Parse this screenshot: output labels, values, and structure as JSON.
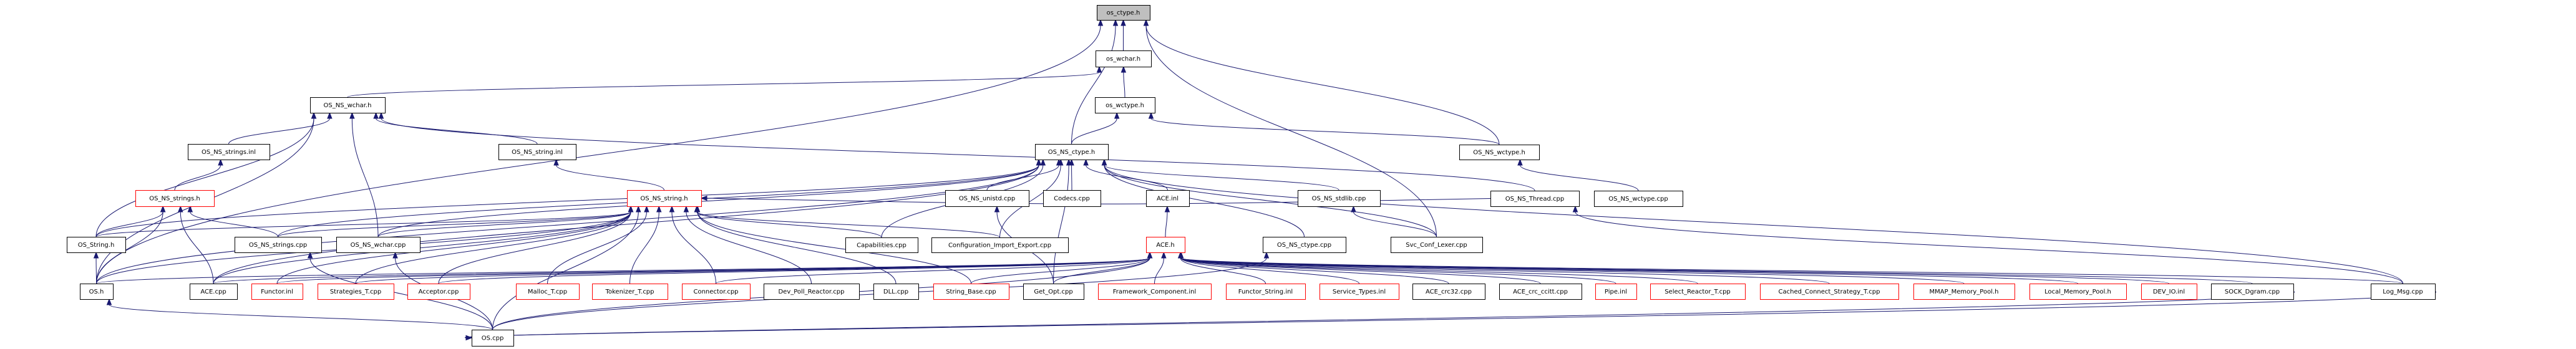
{
  "diagram": {
    "title": "os_ctype.h include dependency graph",
    "colors": {
      "edge": "#191970",
      "documented_border": "#000000",
      "undocumented_border": "#ff0000",
      "root_fill": "#bfbfbf"
    },
    "nodes": [
      {
        "id": "os_ctype_h",
        "label": "os_ctype.h",
        "style": "root"
      },
      {
        "id": "os_wchar_h",
        "label": "os_wchar.h",
        "style": "normal"
      },
      {
        "id": "os_wctype_h",
        "label": "os_wctype.h",
        "style": "normal"
      },
      {
        "id": "OS_NS_wchar_h",
        "label": "OS_NS_wchar.h",
        "style": "normal"
      },
      {
        "id": "OS_NS_strings_inl",
        "label": "OS_NS_strings.inl",
        "style": "normal"
      },
      {
        "id": "OS_NS_string_inl",
        "label": "OS_NS_string.inl",
        "style": "normal"
      },
      {
        "id": "OS_NS_ctype_h",
        "label": "OS_NS_ctype.h",
        "style": "normal"
      },
      {
        "id": "OS_NS_wctype_h",
        "label": "OS_NS_wctype.h",
        "style": "normal"
      },
      {
        "id": "OS_NS_strings_h",
        "label": "OS_NS_strings.h",
        "style": "red"
      },
      {
        "id": "OS_NS_string_h",
        "label": "OS_NS_string.h",
        "style": "red"
      },
      {
        "id": "OS_NS_unistd_cpp",
        "label": "OS_NS_unistd.cpp",
        "style": "normal"
      },
      {
        "id": "Codecs_cpp",
        "label": "Codecs.cpp",
        "style": "normal"
      },
      {
        "id": "ACE_inl",
        "label": "ACE.inl",
        "style": "normal"
      },
      {
        "id": "OS_NS_stdlib_cpp",
        "label": "OS_NS_stdlib.cpp",
        "style": "normal"
      },
      {
        "id": "OS_NS_Thread_cpp",
        "label": "OS_NS_Thread.cpp",
        "style": "normal"
      },
      {
        "id": "OS_NS_wctype_cpp",
        "label": "OS_NS_wctype.cpp",
        "style": "normal"
      },
      {
        "id": "OS_String_h",
        "label": "OS_String.h",
        "style": "normal"
      },
      {
        "id": "OS_NS_strings_cpp",
        "label": "OS_NS_strings.cpp",
        "style": "normal"
      },
      {
        "id": "OS_NS_wchar_cpp",
        "label": "OS_NS_wchar.cpp",
        "style": "normal"
      },
      {
        "id": "Capabilities_cpp",
        "label": "Capabilities.cpp",
        "style": "normal"
      },
      {
        "id": "Configuration_Import_Export_cpp",
        "label": "Configuration_Import_Export.cpp",
        "style": "normal"
      },
      {
        "id": "ACE_h",
        "label": "ACE.h",
        "style": "red"
      },
      {
        "id": "OS_NS_ctype_cpp",
        "label": "OS_NS_ctype.cpp",
        "style": "normal"
      },
      {
        "id": "Svc_Conf_Lexer_cpp",
        "label": "Svc_Conf_Lexer.cpp",
        "style": "normal"
      },
      {
        "id": "OS_h",
        "label": "OS.h",
        "style": "normal"
      },
      {
        "id": "ACE_cpp",
        "label": "ACE.cpp",
        "style": "normal"
      },
      {
        "id": "Functor_inl",
        "label": "Functor.inl",
        "style": "red"
      },
      {
        "id": "Strategies_T_cpp",
        "label": "Strategies_T.cpp",
        "style": "red"
      },
      {
        "id": "Acceptor_cpp",
        "label": "Acceptor.cpp",
        "style": "red"
      },
      {
        "id": "Malloc_T_cpp",
        "label": "Malloc_T.cpp",
        "style": "red"
      },
      {
        "id": "Tokenizer_T_cpp",
        "label": "Tokenizer_T.cpp",
        "style": "red"
      },
      {
        "id": "Connector_cpp",
        "label": "Connector.cpp",
        "style": "red"
      },
      {
        "id": "Dev_Poll_Reactor_cpp",
        "label": "Dev_Poll_Reactor.cpp",
        "style": "normal"
      },
      {
        "id": "DLL_cpp",
        "label": "DLL.cpp",
        "style": "normal"
      },
      {
        "id": "String_Base_cpp",
        "label": "String_Base.cpp",
        "style": "red"
      },
      {
        "id": "Get_Opt_cpp",
        "label": "Get_Opt.cpp",
        "style": "normal"
      },
      {
        "id": "Framework_Component_inl",
        "label": "Framework_Component.inl",
        "style": "red"
      },
      {
        "id": "Functor_String_inl",
        "label": "Functor_String.inl",
        "style": "red"
      },
      {
        "id": "Service_Types_inl",
        "label": "Service_Types.inl",
        "style": "red"
      },
      {
        "id": "ACE_crc32_cpp",
        "label": "ACE_crc32.cpp",
        "style": "normal"
      },
      {
        "id": "ACE_crc_ccitt_cpp",
        "label": "ACE_crc_ccitt.cpp",
        "style": "normal"
      },
      {
        "id": "Pipe_inl",
        "label": "Pipe.inl",
        "style": "red"
      },
      {
        "id": "Select_Reactor_T_cpp",
        "label": "Select_Reactor_T.cpp",
        "style": "red"
      },
      {
        "id": "Cached_Connect_Strategy_T_cpp",
        "label": "Cached_Connect_Strategy_T.cpp",
        "style": "red"
      },
      {
        "id": "MMAP_Memory_Pool_h",
        "label": "MMAP_Memory_Pool.h",
        "style": "red"
      },
      {
        "id": "Local_Memory_Pool_h",
        "label": "Local_Memory_Pool.h",
        "style": "red"
      },
      {
        "id": "DEV_IO_inl",
        "label": "DEV_IO.inl",
        "style": "red"
      },
      {
        "id": "SOCK_Dgram_cpp",
        "label": "SOCK_Dgram.cpp",
        "style": "normal"
      },
      {
        "id": "Log_Msg_cpp",
        "label": "Log_Msg.cpp",
        "style": "normal"
      },
      {
        "id": "OS_cpp",
        "label": "OS.cpp",
        "style": "normal"
      }
    ],
    "edges": [
      [
        "os_wchar_h",
        "os_ctype_h"
      ],
      [
        "OS_NS_ctype_h",
        "os_ctype_h"
      ],
      [
        "OS_h",
        "os_ctype_h"
      ],
      [
        "OS_NS_wctype_h",
        "os_ctype_h"
      ],
      [
        "Svc_Conf_Lexer_cpp",
        "os_ctype_h"
      ],
      [
        "os_wctype_h",
        "os_wchar_h"
      ],
      [
        "OS_NS_wchar_h",
        "os_wchar_h"
      ],
      [
        "OS_NS_ctype_h",
        "os_wctype_h"
      ],
      [
        "OS_NS_wctype_h",
        "os_wctype_h"
      ],
      [
        "OS_NS_strings_inl",
        "OS_NS_wchar_h"
      ],
      [
        "OS_String_h",
        "OS_NS_wchar_h"
      ],
      [
        "OS_h",
        "OS_NS_wchar_h"
      ],
      [
        "OS_NS_wchar_cpp",
        "OS_NS_wchar_h"
      ],
      [
        "OS_NS_string_inl",
        "OS_NS_wchar_h"
      ],
      [
        "OS_NS_Thread_cpp",
        "OS_NS_wchar_h"
      ],
      [
        "OS_NS_strings_h",
        "OS_NS_strings_inl"
      ],
      [
        "OS_NS_string_h",
        "OS_NS_string_inl"
      ],
      [
        "OS_NS_unistd_cpp",
        "OS_NS_ctype_h"
      ],
      [
        "Codecs_cpp",
        "OS_NS_ctype_h"
      ],
      [
        "ACE_inl",
        "OS_NS_ctype_h"
      ],
      [
        "OS_NS_stdlib_cpp",
        "OS_NS_ctype_h"
      ],
      [
        "OS_NS_ctype_cpp",
        "OS_NS_ctype_h"
      ],
      [
        "Capabilities_cpp",
        "OS_NS_ctype_h"
      ],
      [
        "Configuration_Import_Export_cpp",
        "OS_NS_ctype_h"
      ],
      [
        "Get_Opt_cpp",
        "OS_NS_ctype_h"
      ],
      [
        "OS_String_h",
        "OS_NS_ctype_h"
      ],
      [
        "OS_NS_wchar_cpp",
        "OS_NS_ctype_h"
      ],
      [
        "OS_NS_strings_cpp",
        "OS_NS_ctype_h"
      ],
      [
        "ACE_cpp",
        "OS_NS_ctype_h"
      ],
      [
        "OS_h",
        "OS_NS_ctype_h"
      ],
      [
        "Svc_Conf_Lexer_cpp",
        "OS_NS_ctype_h"
      ],
      [
        "Log_Msg_cpp",
        "OS_NS_ctype_h"
      ],
      [
        "OS_NS_wctype_cpp",
        "OS_NS_wctype_h"
      ],
      [
        "OS_String_h",
        "OS_NS_strings_h"
      ],
      [
        "OS_h",
        "OS_NS_strings_h"
      ],
      [
        "ACE_cpp",
        "OS_NS_strings_h"
      ],
      [
        "OS_NS_strings_cpp",
        "OS_NS_strings_h"
      ],
      [
        "OS_String_h",
        "OS_NS_string_h"
      ],
      [
        "OS_h",
        "OS_NS_string_h"
      ],
      [
        "ACE_cpp",
        "OS_NS_string_h"
      ],
      [
        "Functor_inl",
        "OS_NS_string_h"
      ],
      [
        "Strategies_T_cpp",
        "OS_NS_string_h"
      ],
      [
        "Acceptor_cpp",
        "OS_NS_string_h"
      ],
      [
        "Malloc_T_cpp",
        "OS_NS_string_h"
      ],
      [
        "Tokenizer_T_cpp",
        "OS_NS_string_h"
      ],
      [
        "Connector_cpp",
        "OS_NS_string_h"
      ],
      [
        "Dev_Poll_Reactor_cpp",
        "OS_NS_string_h"
      ],
      [
        "DLL_cpp",
        "OS_NS_string_h"
      ],
      [
        "String_Base_cpp",
        "OS_NS_string_h"
      ],
      [
        "Capabilities_cpp",
        "OS_NS_string_h"
      ],
      [
        "Configuration_Import_Export_cpp",
        "OS_NS_string_h"
      ],
      [
        "OS_NS_wchar_cpp",
        "OS_NS_string_h"
      ],
      [
        "OS_NS_strings_cpp",
        "OS_NS_string_h"
      ],
      [
        "OS_NS_Thread_cpp",
        "OS_NS_string_h"
      ],
      [
        "OS_cpp",
        "OS_NS_string_h"
      ],
      [
        "ACE_h",
        "ACE_inl"
      ],
      [
        "ACE_cpp",
        "ACE_h"
      ],
      [
        "Functor_inl",
        "ACE_h"
      ],
      [
        "Strategies_T_cpp",
        "ACE_h"
      ],
      [
        "Acceptor_cpp",
        "ACE_h"
      ],
      [
        "Connector_cpp",
        "ACE_h"
      ],
      [
        "String_Base_cpp",
        "ACE_h"
      ],
      [
        "Get_Opt_cpp",
        "ACE_h"
      ],
      [
        "Framework_Component_inl",
        "ACE_h"
      ],
      [
        "Functor_String_inl",
        "ACE_h"
      ],
      [
        "Service_Types_inl",
        "ACE_h"
      ],
      [
        "ACE_crc32_cpp",
        "ACE_h"
      ],
      [
        "ACE_crc_ccitt_cpp",
        "ACE_h"
      ],
      [
        "Pipe_inl",
        "ACE_h"
      ],
      [
        "Select_Reactor_T_cpp",
        "ACE_h"
      ],
      [
        "Cached_Connect_Strategy_T_cpp",
        "ACE_h"
      ],
      [
        "MMAP_Memory_Pool_h",
        "ACE_h"
      ],
      [
        "Local_Memory_Pool_h",
        "ACE_h"
      ],
      [
        "DEV_IO_inl",
        "ACE_h"
      ],
      [
        "SOCK_Dgram_cpp",
        "ACE_h"
      ],
      [
        "Log_Msg_cpp",
        "ACE_h"
      ],
      [
        "OS_h",
        "ACE_h"
      ],
      [
        "OS_cpp",
        "ACE_h"
      ],
      [
        "OS_cpp",
        "OS_NS_ctype_cpp"
      ],
      [
        "Svc_Conf_Lexer_cpp",
        "OS_NS_stdlib_cpp"
      ],
      [
        "Log_Msg_cpp",
        "OS_NS_Thread_cpp"
      ],
      [
        "OS_h",
        "OS_String_h"
      ],
      [
        "OS_cpp",
        "OS_h"
      ],
      [
        "OS_cpp",
        "OS_NS_strings_cpp"
      ],
      [
        "OS_cpp",
        "OS_NS_wchar_cpp"
      ],
      [
        "Get_Opt_cpp",
        "OS_NS_unistd_cpp"
      ],
      [
        "SOCK_Dgram_cpp",
        "OS_cpp"
      ],
      [
        "Log_Msg_cpp",
        "OS_cpp"
      ]
    ]
  }
}
